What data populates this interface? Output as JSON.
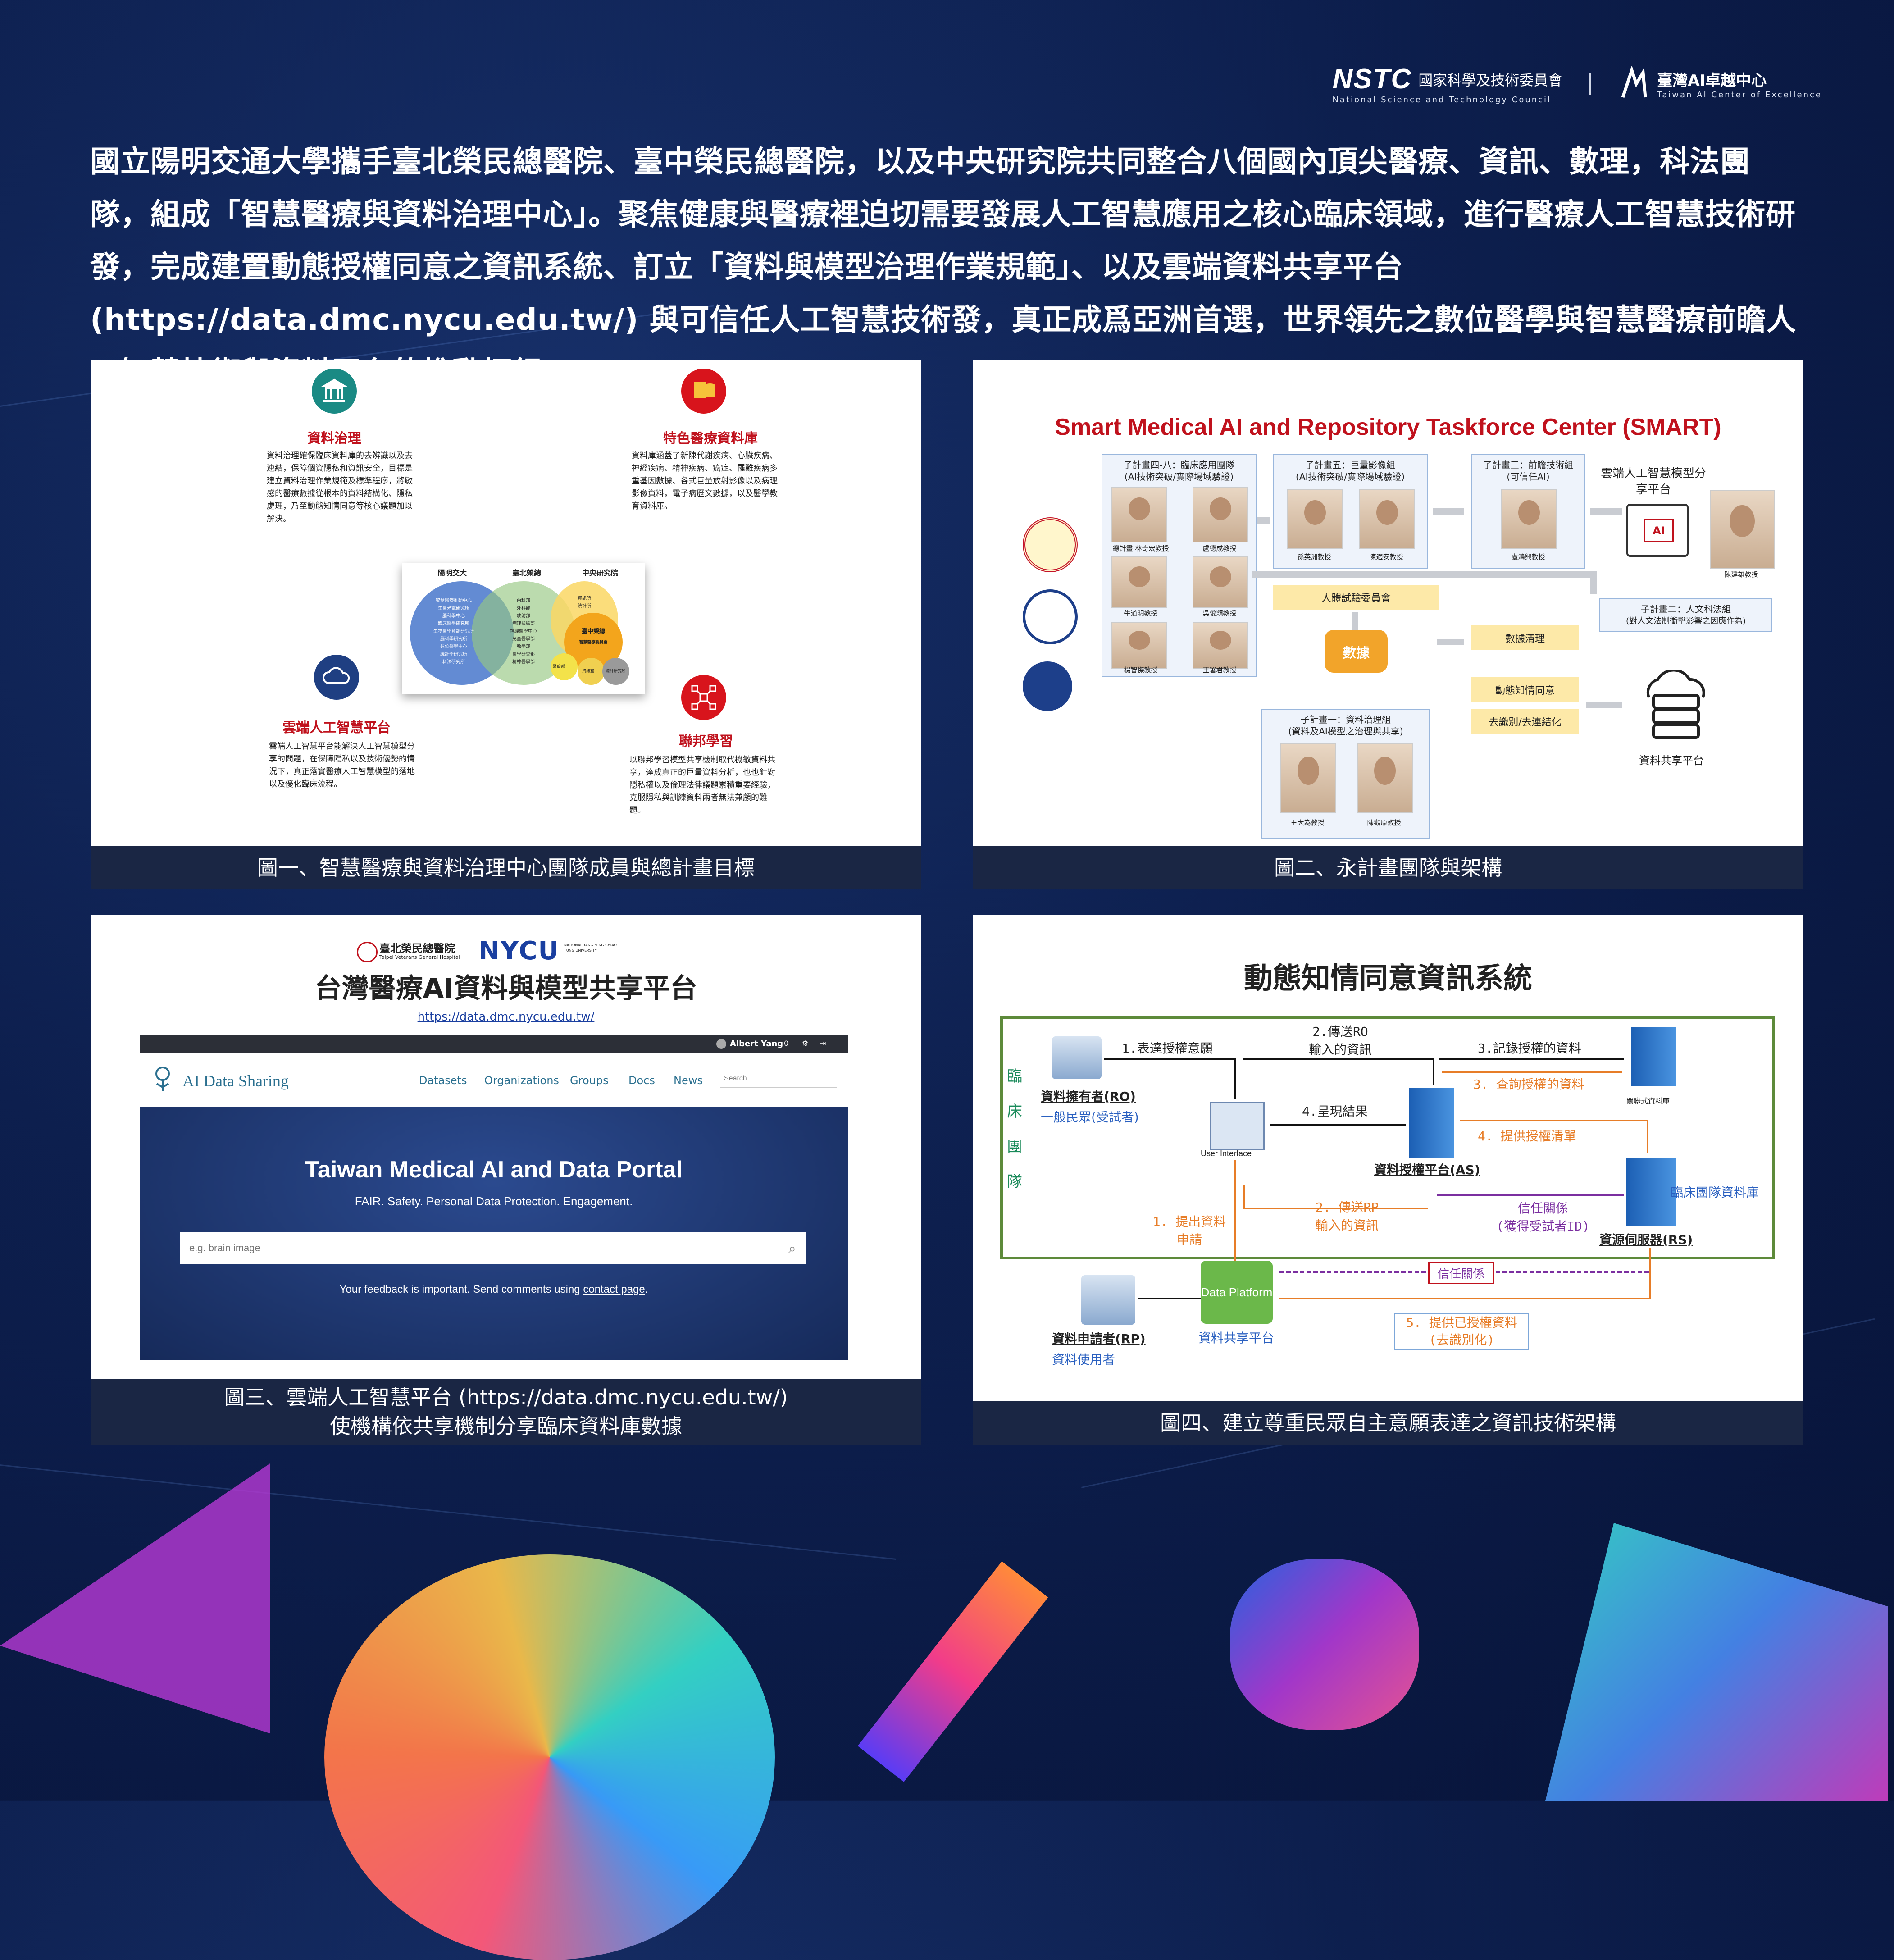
{
  "header": {
    "nstc_mark": "NSTC",
    "nstc_name": "國家科學及技術委員會",
    "nstc_en": "National Science and Technology Council",
    "taic_name": "臺灣AI卓越中心",
    "taic_en": "Taiwan AI Center of Excellence"
  },
  "intro": "國立陽明交通大學攜手臺北榮民總醫院、臺中榮民總醫院，以及中央研究院共同整合八個國內頂尖醫療、資訊、數理，科法團隊，組成「智慧醫療與資料治理中心」。聚焦健康與醫療裡迫切需要發展人工智慧應用之核心臨床領域，進行醫療人工智慧技術研發，完成建置動態授權同意之資訊系統、訂立「資料與模型治理作業規範」、以及雲端資料共享平台(https://data.dmc.nycu.edu.tw/) 與可信任人工智慧技術發，真正成爲亞洲首選，世界領先之數位醫學與智慧醫療前瞻人工智慧技術與資料平台的推動樞紐。",
  "fig1": {
    "caption": "圖一、智慧醫療與資料治理中心團隊成員與總計畫目標",
    "governance": {
      "title": "資料治理",
      "text": "資料治理確保臨床資料庫的去辨識以及去連結，保障個資隱私和資訊安全，目標是建立資料治理作業規範及標準程序，將敏感的醫療數據從根本的資料結構化、隱私處理，乃至動態知情同意等核心議題加以解決。"
    },
    "database": {
      "title": "特色醫療資料庫",
      "text": "資料庫涵蓋了新陳代謝疾病、心臟疾病、神經疾病、精神疾病、癌症、罹難疾病多重基因數據、各式巨量放射影像以及病理影像資料，電子病歷文數據，以及醫學教育資料庫。"
    },
    "cloud": {
      "title": "雲端人工智慧平台",
      "text": "雲端人工智慧平台能解決人工智慧模型分享的問題，在保障隱私以及技術優勢的情況下，真正落實醫療人工智慧模型的落地以及優化臨床流程。"
    },
    "federated": {
      "title": "聯邦學習",
      "text": "以聯邦學習模型共享機制取代機敏資料共享，達成真正的巨量資料分析，也也針對隱私權以及倫理法律議題累積重要經驗，克服隱私與訓練資料兩者無法兼顧的難題。"
    },
    "venn": {
      "headers": [
        "陽明交大",
        "臺北榮總",
        "中央研究院"
      ],
      "left": [
        "智慧醫療推動中心",
        "生醫光電研究所",
        "腦科學中心",
        "臨床醫學研究所",
        "生物醫學資訊研究所",
        "腦科學研究所",
        "數位醫學中心",
        "統計學研究所",
        "科法研究所"
      ],
      "middle": [
        "內科部",
        "外科部",
        "放射部",
        "病理檢驗部",
        "神經醫學中心",
        "兒童醫學部",
        "教學部",
        "醫學研究部",
        "精神醫學部"
      ],
      "right": [
        "資訊所",
        "統計所"
      ],
      "center": [
        "臺中榮總",
        "智慧醫療委員會"
      ],
      "small": [
        "醫療部",
        "資訊室",
        "統計研究所"
      ]
    }
  },
  "fig2": {
    "caption": "圖二、永計畫團隊與架構",
    "title": "Smart Medical AI and Repository Taskforce Center (SMART)",
    "box4_8": {
      "title": "子計畫四-八：臨床應用團隊",
      "sub": "(AI技術突破/實際場域驗證)",
      "people": [
        "總計畫:林奇宏教授",
        "盧德成教授",
        "牛道明教授",
        "吳俊穎教授",
        "楊智傑教授",
        "王署君教授"
      ]
    },
    "box5": {
      "title": "子計畫五：巨量影像組",
      "sub": "(AI技術突破/實際場域驗證)",
      "people": [
        "孫英洲教授",
        "陳適安教授"
      ]
    },
    "box3": {
      "title": "子計畫三：前瞻技術組",
      "sub": "(可信任AI)",
      "people": [
        "盧鴻興教授"
      ]
    },
    "cloud_label": "雲端人工智慧模型分享平台",
    "person_chen": "陳建雄教授",
    "box2": {
      "title": "子計畫二：人文科法組",
      "sub": "(對人文法制衝擊影響之因應作為)"
    },
    "committee": "人體試驗委員會",
    "data": "數據",
    "clean": "數據清理",
    "consent": "動態知情同意",
    "deid": "去識別/去連結化",
    "box1": {
      "title": "子計畫一：資料治理組",
      "sub": "(資料及AI模型之治理與共享)",
      "people": [
        "王大為教授",
        "陳觀原教授"
      ]
    },
    "ai_chip": "AI",
    "share_platform": "資料共享平台"
  },
  "fig3": {
    "caption_line1": "圖三、雲端人工智慧平台 (https://data.dmc.nycu.edu.tw/)",
    "caption_line2": "使機構依共享機制分享臨床資料庫數據",
    "hospital": "臺北榮民總醫院",
    "hospital_en": "Taipei Veterans General Hospital",
    "nycu": "NYCU",
    "nycu_sub": "NATIONAL YANG MING CHIAO TUNG UNIVERSITY",
    "title": "台灣醫療AI資料與模型共享平台",
    "url": "https://data.dmc.nycu.edu.tw/",
    "topbar_user": "Albert Yang",
    "topbar_count1": "0",
    "topbar_count2": "0",
    "brand": "AI Data Sharing",
    "nav": [
      "Datasets",
      "Organizations",
      "Groups",
      "Docs",
      "News"
    ],
    "search_placeholder": "Search",
    "hero_title": "Taiwan Medical AI and Data Portal",
    "hero_sub": "FAIR. Safety. Personal Data Protection. Engagement.",
    "hero_search_placeholder": "e.g. brain image",
    "feedback": "Your feedback is important. Send comments using",
    "feedback_link": "contact page",
    "feedback_end": "."
  },
  "fig4": {
    "caption": "圖四、建立尊重民眾自主意願表達之資訊技術架構",
    "title": "動態知情同意資訊系統",
    "side_label": [
      "臨",
      "床",
      "團",
      "隊"
    ],
    "ro_title": "資料擁有者(RO)",
    "ro_sub": "一般民眾(受試者)",
    "ui_label": "User Interface",
    "as_label": "資料授權平台(AS)",
    "dist_db": "關聯式資料庫",
    "clinical_db": "臨床團隊資料庫",
    "rs_label": "資源伺服器(RS)",
    "rp_title": "資料申請者(RP)",
    "rp_sub": "資料使用者",
    "dp_label": "Data Platform",
    "dp_sub": "資料共享平台",
    "e1": "1.表達授權意願",
    "e2a": "2.傳送RO",
    "e2b": "輸入的資訊",
    "e3": "3.記錄授權的資料",
    "e3b": "3. 查詢授權的資料",
    "e4": "4.呈現結果",
    "e4b": "4. 提供授權清單",
    "o1a": "1. 提出資料",
    "o1b": "申請",
    "o2a": "2. 傳送RP",
    "o2b": "輸入的資訊",
    "trust_a": "信任關係",
    "trust_b": "(獲得受試者ID)",
    "trust2": "信任關係",
    "o5a": "5. 提供已授權資料",
    "o5b": "(去識別化)"
  },
  "colors": {
    "caption_bg": "#1a2644",
    "accent_red": "#c0121d",
    "teal": "#1a8a84",
    "navy": "#1f3f82"
  }
}
